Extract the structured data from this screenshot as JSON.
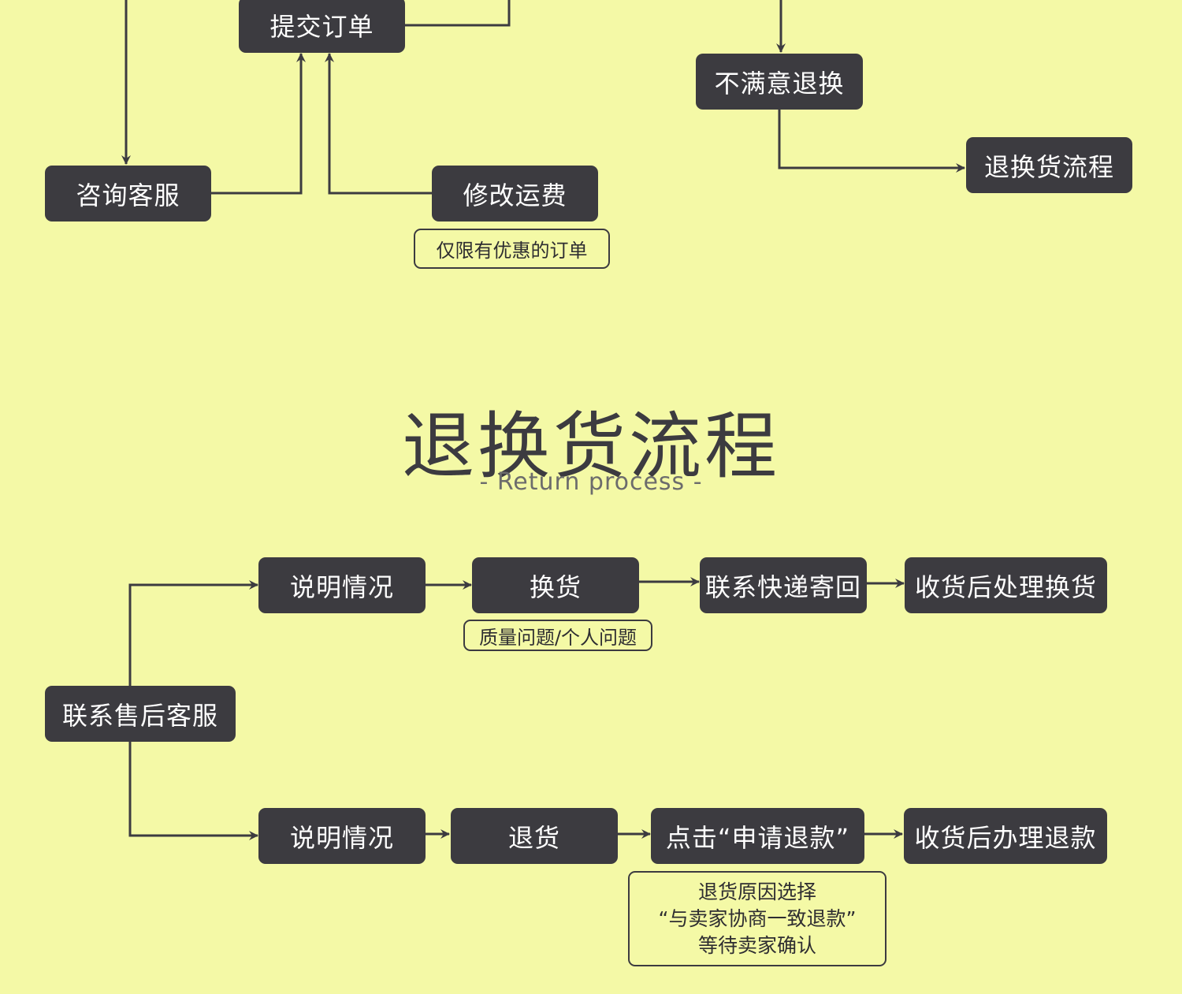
{
  "top_flow": {
    "submit_order": "提交订单",
    "consult_service": "咨询客服",
    "modify_shipping": "修改运费",
    "modify_shipping_note": "仅限有优惠的订单",
    "unsatisfied_return": "不满意退换",
    "return_process_link": "退换货流程"
  },
  "section": {
    "title": "退换货流程",
    "subtitle": "- Return process -"
  },
  "return_flow": {
    "contact_after_sales": "联系售后客服",
    "exchange_branch": {
      "explain": "说明情况",
      "exchange": "换货",
      "exchange_note": "质量问题/个人问题",
      "contact_courier": "联系快递寄回",
      "process_exchange": "收货后处理换货"
    },
    "refund_branch": {
      "explain": "说明情况",
      "return_goods": "退货",
      "apply_refund": "点击“申请退款”",
      "process_refund": "收货后办理退款",
      "refund_note_lines": [
        "退货原因选择",
        "“与卖家协商一致退款”",
        "等待卖家确认"
      ]
    }
  },
  "colors": {
    "background": "#f4f9a6",
    "node": "#3c3b40",
    "node_text": "#ffffff"
  }
}
